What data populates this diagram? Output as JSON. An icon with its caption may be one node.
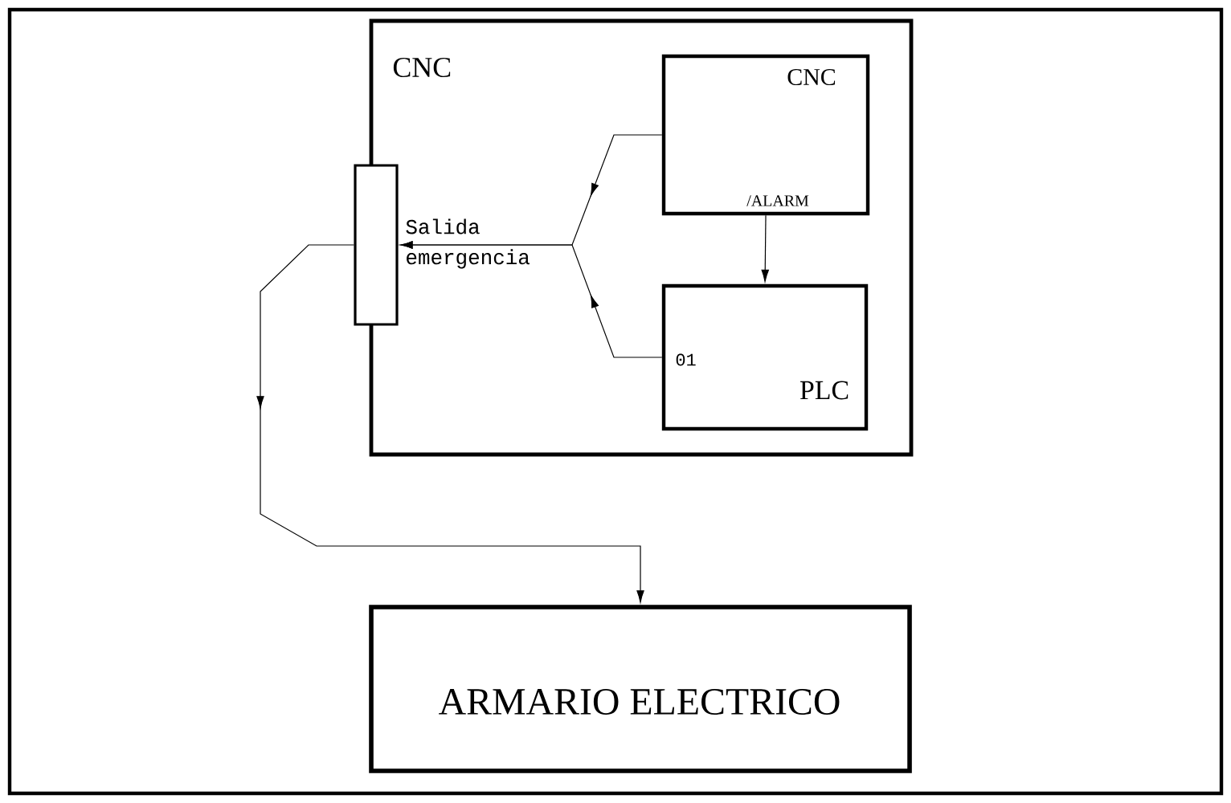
{
  "diagram": {
    "nodes": [
      {
        "text": [
          "CNC"
        ]
      },
      {
        "text": [
          "CNC",
          "/ALARM"
        ],
        "in": 0
      },
      {
        "text": [
          "01",
          "PLC"
        ],
        "in": 0
      },
      {
        "text": [],
        "shape": "box"
      },
      {
        "text": [
          "ARMARIO ELECTRICO"
        ]
      }
    ],
    "edges": [
      {
        "from": 1,
        "to": 3,
        "arrow": "to"
      },
      {
        "from": 2,
        "to": 3,
        "arrow": "to"
      },
      {
        "from": 1,
        "to": 2,
        "arrow": "to"
      },
      {
        "from": 3,
        "to": 4,
        "arrow": "to"
      }
    ],
    "labels": [
      "Salida emergencia"
    ]
  }
}
